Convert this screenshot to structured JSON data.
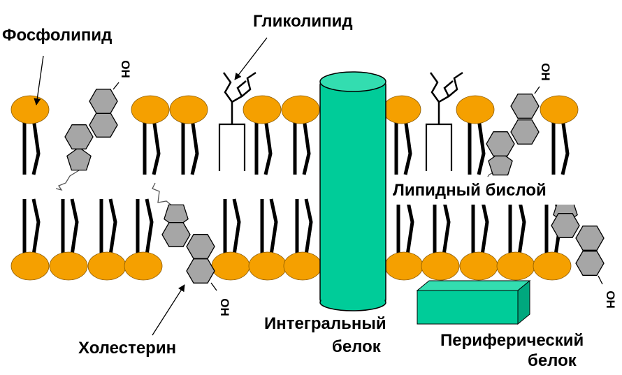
{
  "labels": {
    "phospholipid": "Фосфолипид",
    "glycolipid": "Гликолипид",
    "lipid_bilayer": "Липидный бислой",
    "cholesterol": "Холестерин",
    "integral_protein_line1": "Интегральный",
    "integral_protein_line2": "белок",
    "peripheral_protein_line1": "Периферический",
    "peripheral_protein_line2": "белок",
    "hydroxyl": "OH"
  },
  "colors": {
    "phospholipid_head": "#F5A000",
    "protein": "#00CC99",
    "protein_top": "#33DDB0",
    "sterol_ring": "#A6A6A6",
    "tail": "#000000"
  }
}
